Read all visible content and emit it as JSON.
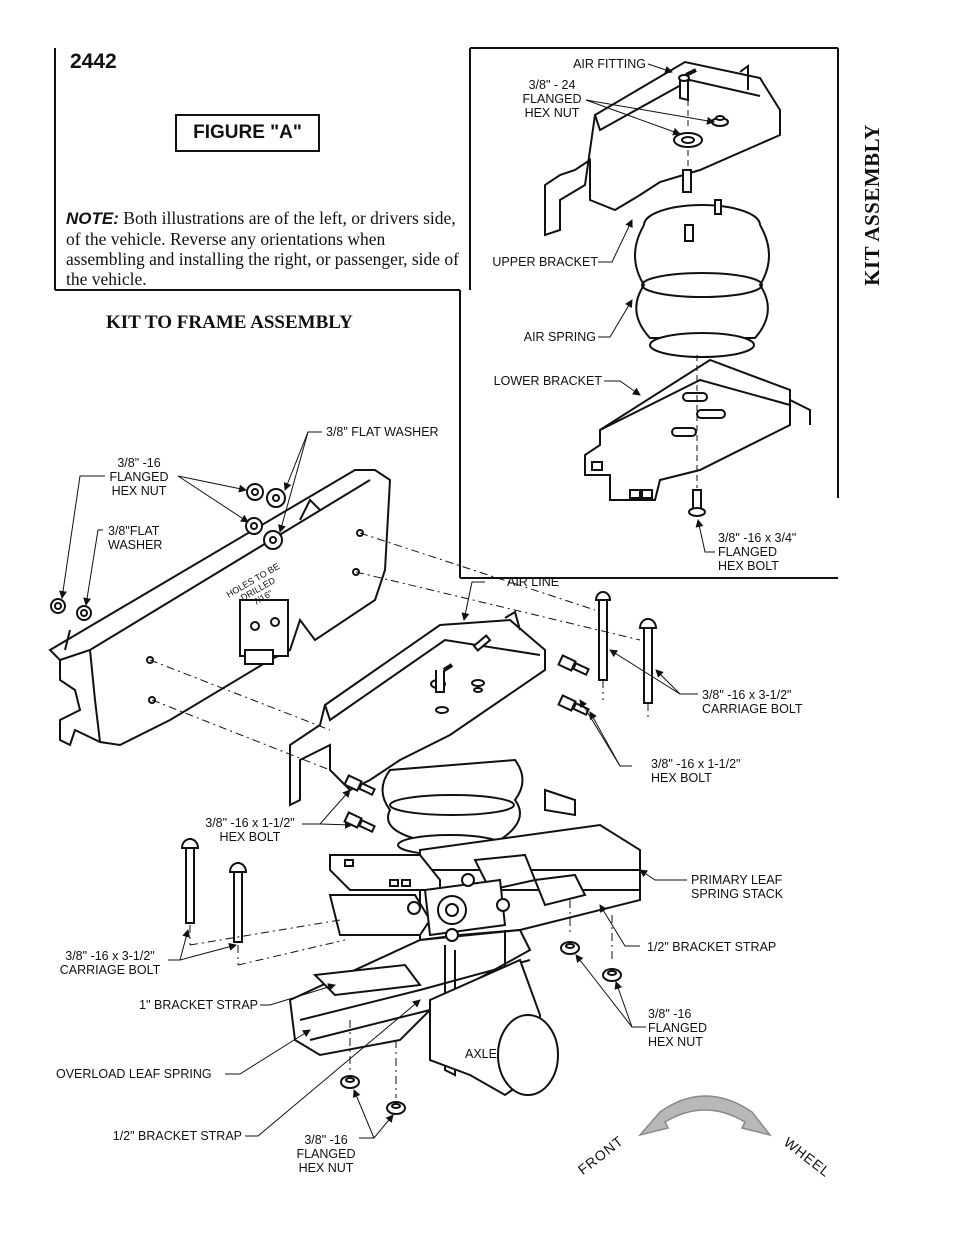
{
  "page_number": "2442",
  "figure_label": "FIGURE \"A\"",
  "note": {
    "label": "NOTE:",
    "text": "Both illustrations are of the left, or drivers side, of the vehicle. Reverse any orientations when assembling and installing the right, or passenger, side of the vehicle."
  },
  "section_titles": {
    "kit_to_frame": "KIT TO FRAME ASSEMBLY",
    "kit_assembly": "KIT ASSEMBLY"
  },
  "kit_assembly_labels": {
    "air_fitting": "AIR FITTING",
    "flanged_nut_24_l1": "3/8\" - 24",
    "flanged_nut_24_l2": "FLANGED",
    "flanged_nut_24_l3": "HEX NUT",
    "upper_bracket": "UPPER BRACKET",
    "air_spring": "AIR SPRING",
    "lower_bracket": "LOWER BRACKET",
    "hex_bolt_34_l1": "3/8\" -16  x 3/4\"",
    "hex_bolt_34_l2": "FLANGED",
    "hex_bolt_34_l3": "HEX BOLT"
  },
  "frame_labels": {
    "flat_washer_top": "3/8\" FLAT WASHER",
    "flanged_nut_l1": "3/8\" -16",
    "flanged_nut_l2": "FLANGED",
    "flanged_nut_l3": "HEX NUT",
    "flat_washer_left_l1": "3/8\"FLAT",
    "flat_washer_left_l2": "WASHER",
    "holes_l1": "HOLES TO BE",
    "holes_l2": "DRILLED",
    "holes_l3": "7/16\"",
    "air_line": "AIR LINE",
    "carriage_bolt_right_l1": "3/8\" -16 x 3-1/2\"",
    "carriage_bolt_right_l2": "CARRIAGE BOLT",
    "hex_bolt_right_l1": "3/8\" -16 x 1-1/2\"",
    "hex_bolt_right_l2": "HEX BOLT",
    "hex_bolt_left_l1": "3/8\" -16 x 1-1/2\"",
    "hex_bolt_left_l2": "HEX BOLT",
    "primary_leaf_l1": "PRIMARY LEAF",
    "primary_leaf_l2": "SPRING STACK",
    "bracket_strap_half_right": "1/2\" BRACKET STRAP",
    "carriage_bolt_left_l1": "3/8\" -16 x 3-1/2\"",
    "carriage_bolt_left_l2": "CARRIAGE BOLT",
    "flanged_nut_right_l1": "3/8\" -16",
    "flanged_nut_right_l2": "FLANGED",
    "flanged_nut_right_l3": "HEX NUT",
    "bracket_strap_one": "1\" BRACKET STRAP",
    "axle": "AXLE",
    "overload_leaf": "OVERLOAD LEAF SPRING",
    "bracket_strap_half_left": "1/2\" BRACKET STRAP",
    "flanged_nut_bottom_l1": "3/8\" -16",
    "flanged_nut_bottom_l2": "FLANGED",
    "flanged_nut_bottom_l3": "HEX NUT",
    "front": "FRONT",
    "wheel": "WHEEL"
  },
  "colors": {
    "ink": "#111111",
    "arrow_fill": "#b8b8b8"
  }
}
